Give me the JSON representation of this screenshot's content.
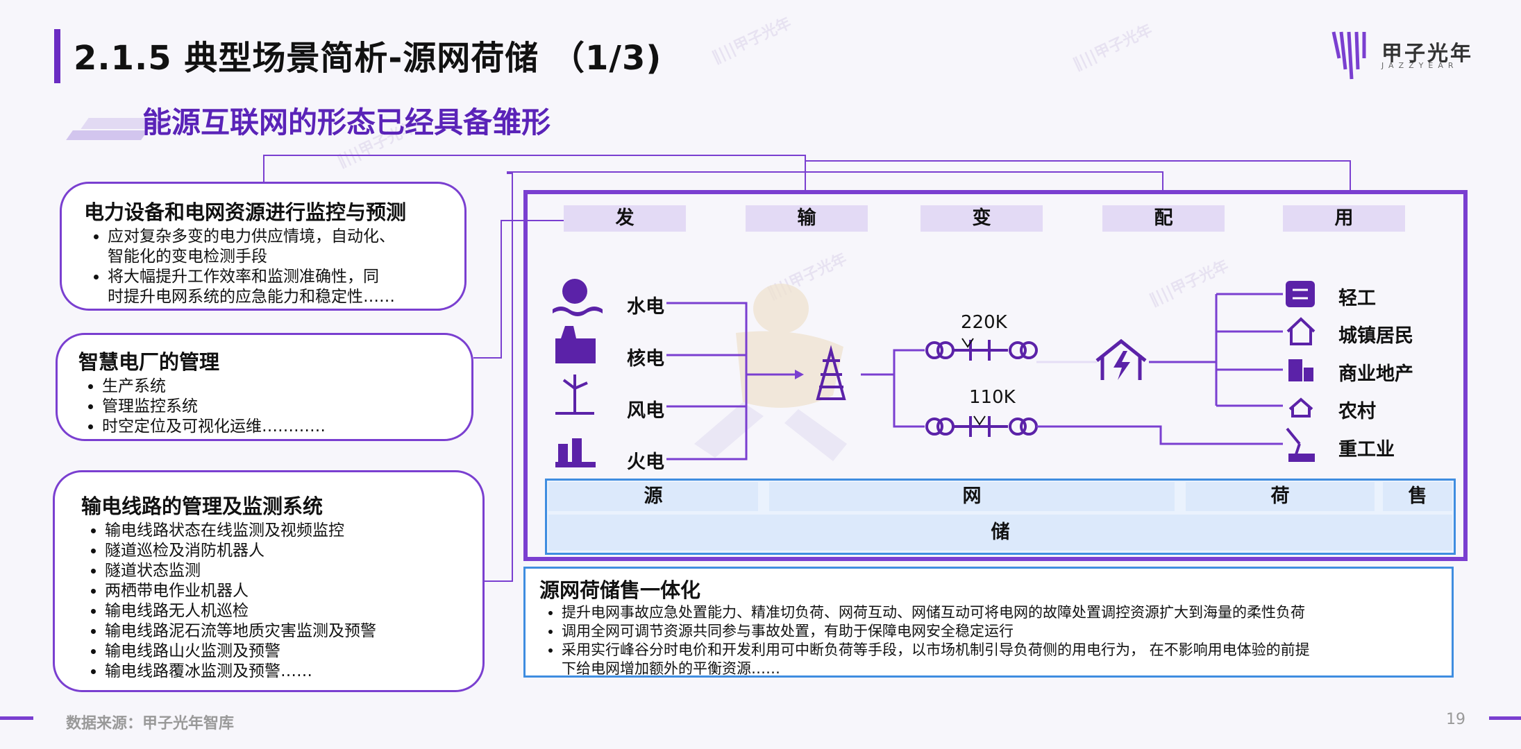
{
  "header": {
    "title": "2.1.5 典型场景简析-源网荷储 （1/3)",
    "subtitle": "能源互联网的形态已经具备雏形",
    "logo_text": "甲子光年",
    "logo_sub": "JAZZYEAR"
  },
  "left_cards": [
    {
      "title": "电力设备和电网资源进行监控与预测",
      "bullets": [
        "应对复杂多变的电力供应情境，自动化、",
        "智能化的变电检测手段",
        "将大幅提升工作效率和监测准确性，同",
        "时提升电网系统的应急能力和稳定性……"
      ]
    },
    {
      "title": "智慧电厂的管理",
      "bullets": [
        "生产系统",
        "管理监控系统",
        "时空定位及可视化运维…………"
      ]
    },
    {
      "title": "输电线路的管理及监测系统",
      "bullets": [
        "输电线路状态在线监测及视频监控",
        "隧道巡检及消防机器人",
        "隧道状态监测",
        "两栖带电作业机器人",
        "输电线路无人机巡检",
        "输电线路泥石流等地质灾害监测及预警",
        "输电线路山火监测及预警",
        "输电线路覆冰监测及预警……"
      ]
    }
  ],
  "diagram": {
    "categories": [
      "发",
      "输",
      "变",
      "配",
      "用"
    ],
    "sources": [
      "水电",
      "核电",
      "风电",
      "火电"
    ],
    "voltages": [
      "220K",
      "110K"
    ],
    "consumers": [
      "轻工",
      "城镇居民",
      "商业地产",
      "农村",
      "重工业"
    ],
    "segments": [
      "源",
      "网",
      "荷",
      "售"
    ],
    "storage": "储"
  },
  "bottom_box": {
    "title": "源网荷储售一体化",
    "bullets": [
      "提升电网事故应急处置能力、精准切负荷、网荷互动、网储互动可将电网的故障处置调控资源扩大到海量的柔性负荷",
      "调用全网可调节资源共同参与事故处置，有助于保障电网安全稳定运行",
      "采用实行峰谷分时电价和开发利用可中断负荷等手段，以市场机制引导负荷侧的用电行为， 在不影响用电体验的前提",
      "下给电网增加额外的平衡资源……"
    ]
  },
  "footer": {
    "source": "数据来源：甲子光年智库",
    "page": "19"
  },
  "colors": {
    "accent": "#7a3fd0",
    "blue": "#3f8de0"
  }
}
